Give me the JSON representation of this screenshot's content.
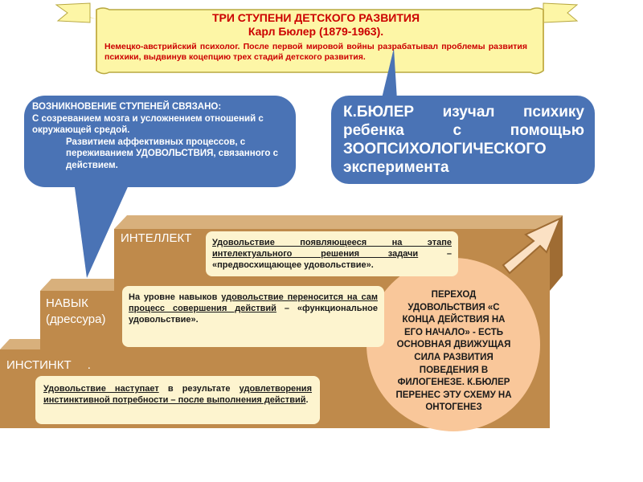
{
  "banner": {
    "title": "ТРИ СТУПЕНИ ДЕТСКОГО РАЗВИТИЯ",
    "author": "Карл Бюлер (1879-1963).",
    "description": "Немецко-австрийский психолог. После первой мировой войны разрабатывал проблемы развития психики, выдвинув коцепцию трех стадий детского развития."
  },
  "left_bubble": {
    "line1": "ВОЗНИКНОВЕНИЕ СТУПЕНЕЙ СВЯЗАНО:",
    "line2": "С созреванием мозга и усложнением отношений с окружающей средой.",
    "line3": "Развитием аффективных процессов, с переживанием УДОВОЛЬСТВИЯ, связанного с действием."
  },
  "right_bubble": {
    "text": "К.БЮЛЕР изучал психику ребенка с помощью ЗООПСИХОЛОГИЧЕСКОГО эксперимента"
  },
  "steps": {
    "intellect": "ИНТЕЛЛЕКТ",
    "skill": "НАВЫК",
    "skill_sub": "(дрессура)",
    "instinct": "ИНСТИНКТ",
    "instinct_dot": "."
  },
  "notes": {
    "intellect": {
      "u1": "Удовольствие появляющееся на этапе интелектуального решения задачи",
      "rest": " – «предвосхищающее удовольствие»."
    },
    "skill": {
      "p1": "На уровне навыков ",
      "u1": "удовольствие переносится на сам процесс совершения действий",
      "rest": " – «функциональное удовольствие»."
    },
    "instinct": {
      "u1": "Удовольствие наступает",
      "p2": " в результате ",
      "u2": "удовлетворения инстинктивной потребности – после выполнения действий",
      "rest": "."
    }
  },
  "circle": {
    "text": "ПЕРЕХОД УДОВОЛЬСТВИЯ «С КОНЦА ДЕЙСТВИЯ НА ЕГО НАЧАЛО» - ЕСТЬ ОСНОВНАЯ ДВИЖУЩАЯ СИЛА РАЗВИТИЯ ПОВЕДЕНИЯ В ФИЛОГЕНЕЗЕ. К.БЮЛЕР ПЕРЕНЕС ЭТУ СХЕМУ НА ОНТОГЕНЕЗ"
  },
  "colors": {
    "step_front": "#bf8a4b",
    "step_top": "#d8b07c",
    "step_side": "#9f6c33",
    "bubble": "#4a73b5",
    "banner": "#fdf6a6",
    "circle": "#f9c79a",
    "note_bg": "#fdf4cf",
    "title_red": "#cc0000"
  }
}
